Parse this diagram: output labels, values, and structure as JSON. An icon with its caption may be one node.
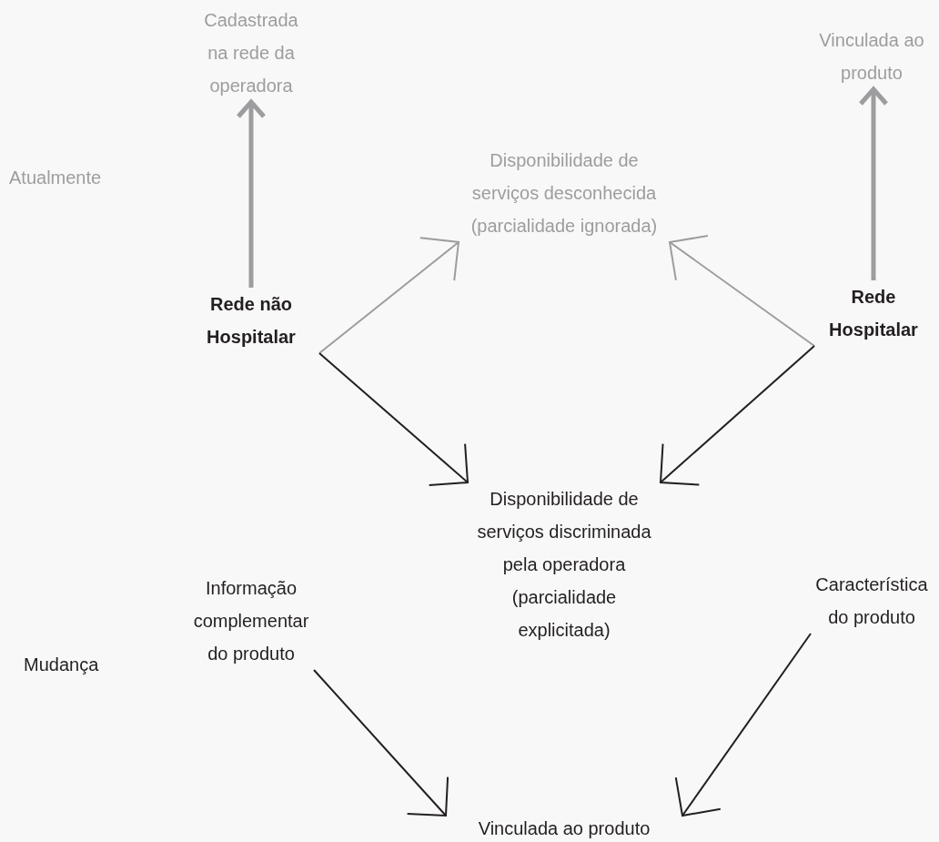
{
  "diagram": {
    "nodes": [
      {
        "text": [
          "Cadastrada na rede da operadora"
        ]
      },
      {
        "text": [
          "Vinculada ao produto"
        ]
      },
      {
        "text": [
          "Disponibilidade de serviços desconhecida (parcialidade ignorada)"
        ]
      },
      {
        "text": [
          "Rede não Hospitalar"
        ]
      },
      {
        "text": [
          "Rede Hospitalar"
        ]
      },
      {
        "text": [
          "Disponibilidade de serviços discriminada pela operadora (parcialidade explicitada)"
        ]
      },
      {
        "text": [
          "Característica do produto"
        ]
      },
      {
        "text": [
          "Informação complementar do produto"
        ]
      },
      {
        "text": [
          "Vinculada ao produto"
        ]
      }
    ],
    "edges": [
      {
        "from": 3,
        "to": 0,
        "arrow": "to",
        "style": "thick",
        "color": "#9d9d9f"
      },
      {
        "from": 4,
        "to": 1,
        "arrow": "to",
        "style": "thick",
        "color": "#9d9d9f"
      },
      {
        "from": 3,
        "to": 2,
        "arrow": "to",
        "color": "#9d9d9f"
      },
      {
        "from": 4,
        "to": 2,
        "arrow": "to",
        "color": "#9d9d9f"
      },
      {
        "from": 3,
        "to": 5,
        "arrow": "to",
        "color": "#231f20"
      },
      {
        "from": 4,
        "to": 5,
        "arrow": "to",
        "color": "#231f20"
      },
      {
        "from": 7,
        "to": 8,
        "arrow": "to",
        "color": "#231f20"
      },
      {
        "from": 6,
        "to": 8,
        "arrow": "to",
        "color": "#231f20"
      }
    ],
    "labels": [
      "Atualmente",
      "Mudança"
    ]
  }
}
